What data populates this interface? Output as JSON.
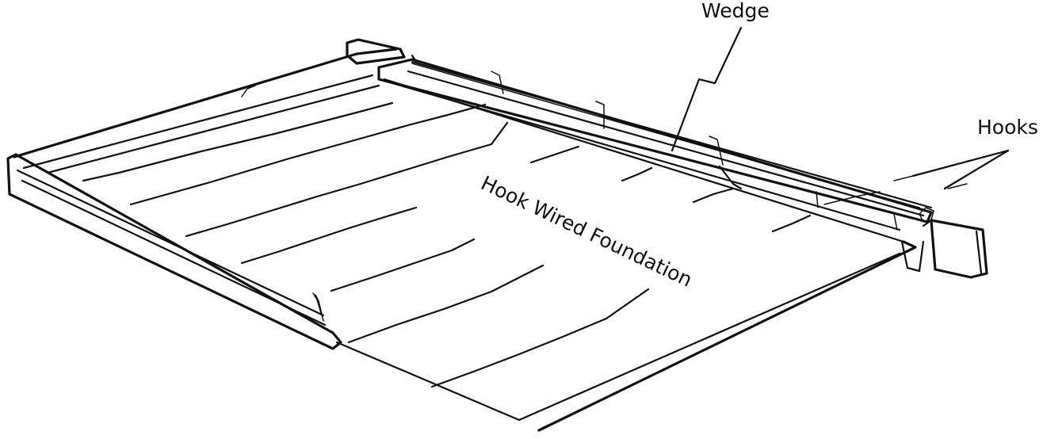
{
  "diagram": {
    "labels": {
      "wedge": "Wedge",
      "hooks": "Hooks",
      "foundation": "Hook Wired Foundation"
    }
  }
}
